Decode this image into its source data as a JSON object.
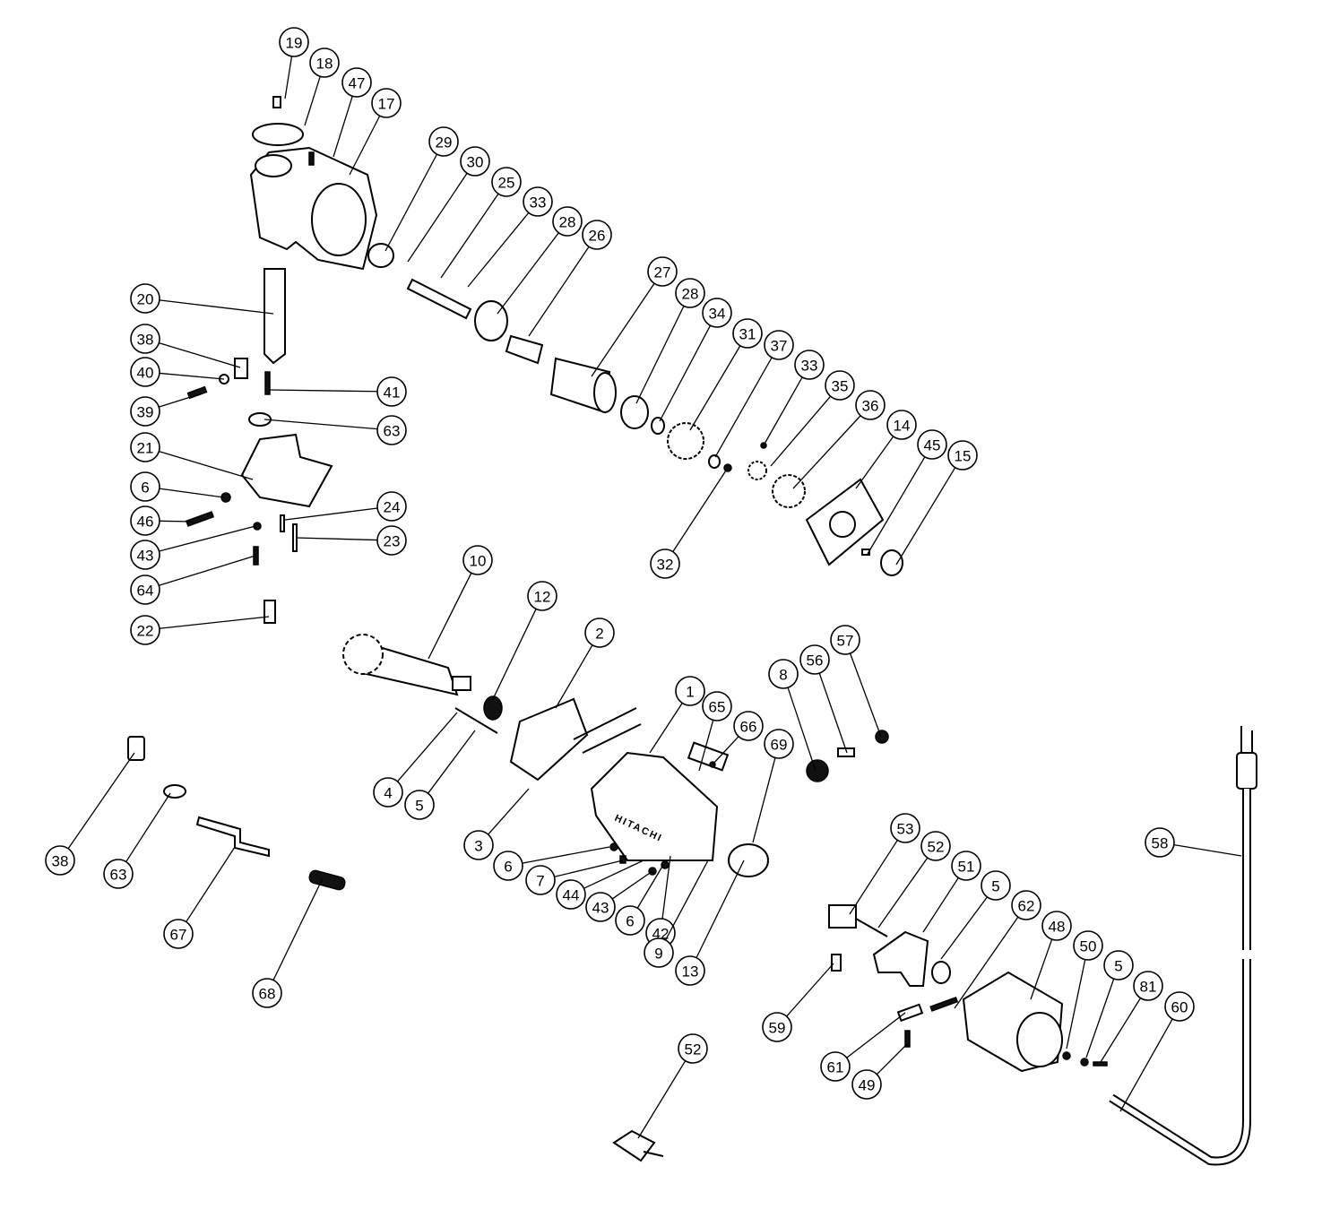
{
  "title": "Exploded parts diagram",
  "brand_marking": "HITACHI",
  "callouts": [
    "19",
    "18",
    "47",
    "17",
    "29",
    "30",
    "25",
    "33",
    "28",
    "26",
    "27",
    "28",
    "34",
    "31",
    "37",
    "33",
    "35",
    "36",
    "14",
    "45",
    "15",
    "32",
    "20",
    "38",
    "40",
    "39",
    "41",
    "63",
    "21",
    "6",
    "46",
    "24",
    "43",
    "23",
    "64",
    "22",
    "10",
    "12",
    "2",
    "1",
    "65",
    "66",
    "69",
    "8",
    "56",
    "57",
    "4",
    "5",
    "3",
    "6",
    "7",
    "44",
    "43",
    "6",
    "42",
    "9",
    "13",
    "38",
    "63",
    "67",
    "68",
    "53",
    "52",
    "51",
    "5",
    "62",
    "48",
    "50",
    "5",
    "81",
    "60",
    "58",
    "59",
    "61",
    "49",
    "52"
  ]
}
